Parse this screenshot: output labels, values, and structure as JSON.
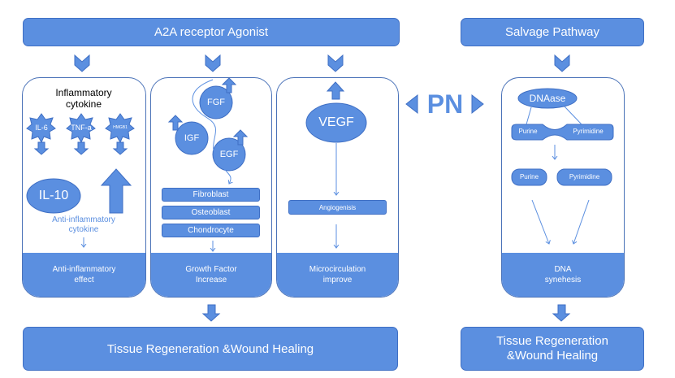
{
  "top": {
    "left_title": "A2A receptor Agonist",
    "right_title": "Salvage Pathway"
  },
  "center_label": "PN",
  "panel1": {
    "title_line1": "Inflammatory",
    "title_line2": "cytokine",
    "stars": [
      "IL-6",
      "TNF-a",
      "HMGB1"
    ],
    "il10": "IL-10",
    "anti_line1": "Anti-inflammatory",
    "anti_line2": "cytokine",
    "band_line1": "Anti-inflammatory",
    "band_line2": "effect"
  },
  "panel2": {
    "factors": [
      "FGF",
      "IGF",
      "EGF"
    ],
    "cells": [
      "Fibroblast",
      "Osteoblast",
      "Chondrocyte"
    ],
    "band_line1": "Growth Factor",
    "band_line2": "Increase"
  },
  "panel3": {
    "vegf": "VEGF",
    "angio": "Angiogenisis",
    "band_line1": "Microcirculation",
    "band_line2": "improve"
  },
  "panel4": {
    "dnaase": "DNAase",
    "purine": "Purine",
    "pyrimidine": "Pyrimidine",
    "purine2": "Purine",
    "pyrimidine2": "Pyrimidine",
    "band_line1": "DNA",
    "band_line2": "synehesis"
  },
  "bottom": {
    "left": "Tissue Regeneration &Wound Healing",
    "right": "Tissue Regeneration &Wound Healing"
  },
  "colors": {
    "fill": "#5b8fe0",
    "stroke": "#3f6fc4",
    "panel_border": "#4a72b8",
    "light_text": "#5b8fe0"
  }
}
